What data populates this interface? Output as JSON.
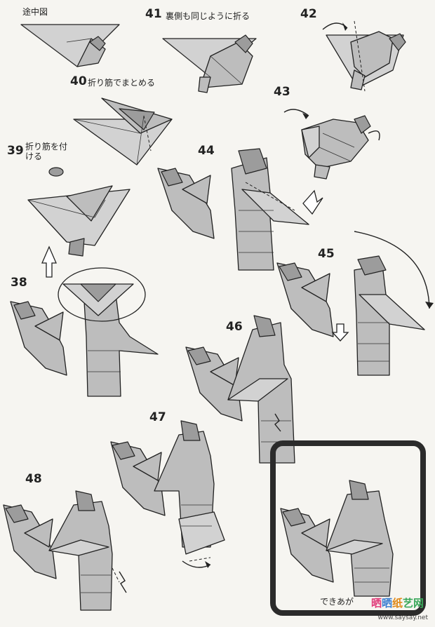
{
  "steps": {
    "midway": {
      "label": "途中図"
    },
    "s41": {
      "number": "41",
      "caption": "裏側も同じように折る"
    },
    "s42": {
      "number": "42"
    },
    "s40": {
      "number": "40",
      "caption": "折り筋でまとめる"
    },
    "s43": {
      "number": "43"
    },
    "s39": {
      "number": "39",
      "caption_line1": "折り筋を付",
      "caption_line2": "ける"
    },
    "s44": {
      "number": "44"
    },
    "s45": {
      "number": "45"
    },
    "s38": {
      "number": "38"
    },
    "s46": {
      "number": "46"
    },
    "s47": {
      "number": "47"
    },
    "s48": {
      "number": "48"
    },
    "final": {
      "caption": "できあが"
    }
  },
  "watermark": {
    "chars": [
      "晒",
      "晒",
      "纸",
      "艺网"
    ],
    "url": "www.saysay.net"
  }
}
